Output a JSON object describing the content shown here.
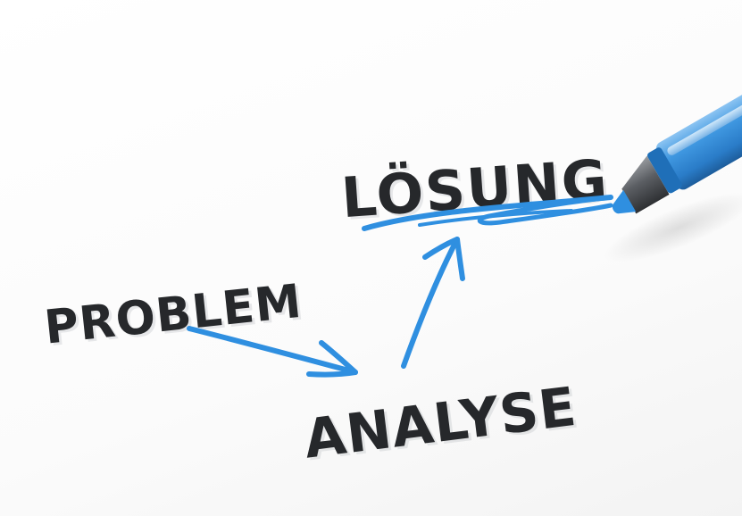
{
  "words": {
    "solution": "LÖSUNG",
    "problem": "PROBLEM",
    "analysis": "ANALYSE"
  },
  "colors": {
    "ink": "#26282b",
    "marker_blue": "#2f8fe0",
    "pen_body": "#3b93dc",
    "pen_tip": "#4a4d52",
    "paper": "#ffffff"
  },
  "icons": {
    "pen": "marker-pen-icon",
    "arrow": "arrow-icon"
  }
}
